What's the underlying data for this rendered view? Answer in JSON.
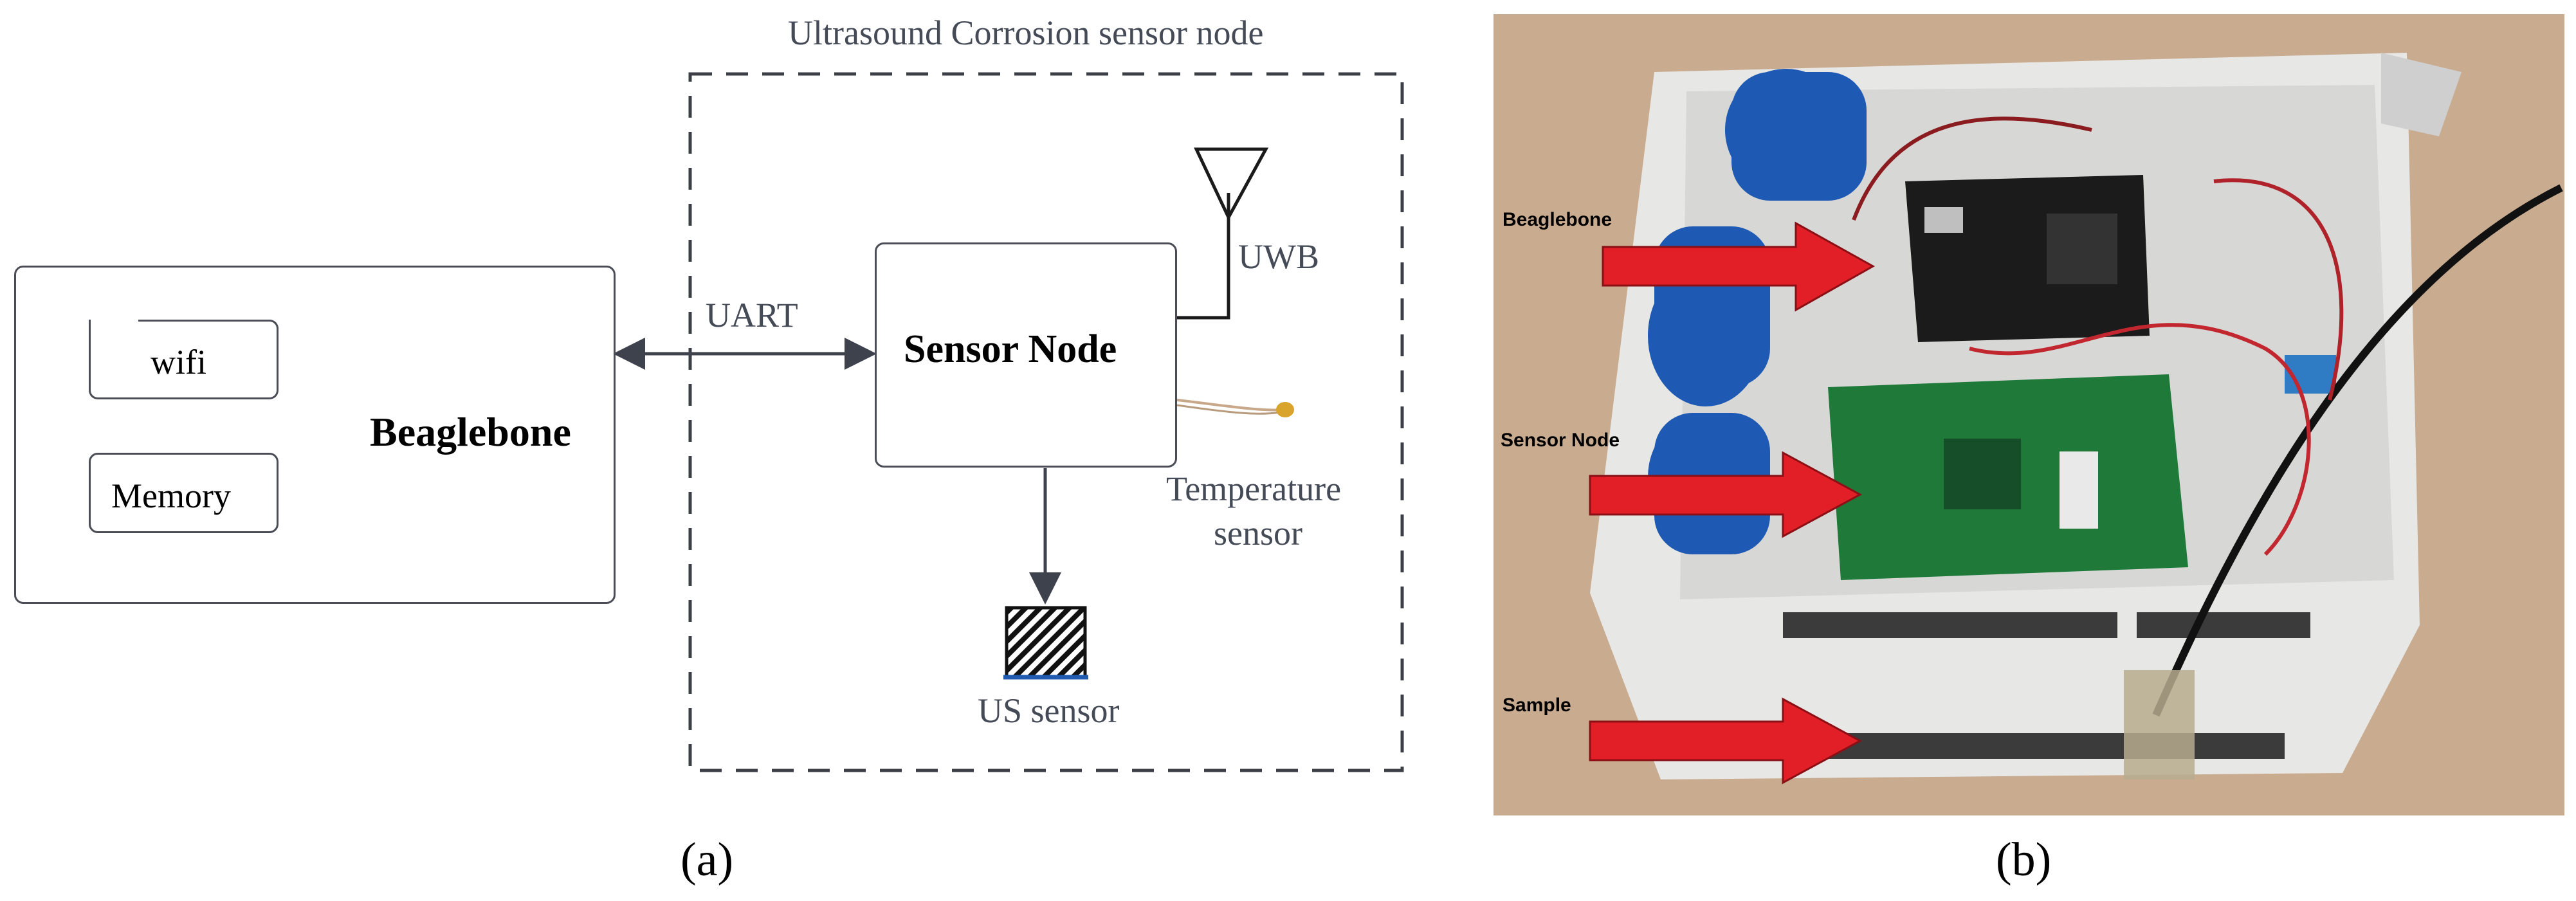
{
  "panel_a": {
    "title": "Ultrasound Corrosion sensor node",
    "beaglebone_label": "Beaglebone",
    "wifi_label": "wifi",
    "memory_label": "Memory",
    "uart_label": "UART",
    "sensor_node_label": "Sensor Node",
    "uwb_label": "UWB",
    "temperature_label_line1": "Temperature",
    "temperature_label_line2": "sensor",
    "us_sensor_label": "US sensor",
    "caption": "(a)"
  },
  "panel_b": {
    "beaglebone_label": "Beaglebone",
    "sensor_node_label": "Sensor Node",
    "sample_label": "Sample",
    "caption": "(b)",
    "arrow_color": "#e21e26"
  }
}
